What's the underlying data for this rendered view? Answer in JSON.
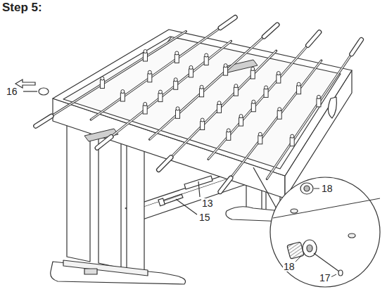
{
  "diagram": {
    "title": "Step 5:",
    "labels": [
      "16",
      "15",
      "13",
      "18",
      "18",
      "17"
    ]
  }
}
